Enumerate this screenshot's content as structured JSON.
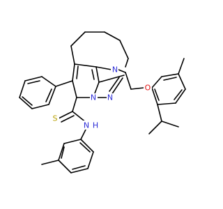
{
  "molecule": {
    "colors": {
      "bond": "#000000",
      "nitrogen": "#2b2bd6",
      "oxygen": "#e01010",
      "sulfur": "#b8a000",
      "background": "#ffffff"
    },
    "atom_labels": {
      "n_ring_top": "N",
      "n_ring_left": "N",
      "n_ring_right": "N",
      "n_amide": "N",
      "h_amide": "H",
      "o_ether": "O",
      "s_thio": "S"
    }
  }
}
